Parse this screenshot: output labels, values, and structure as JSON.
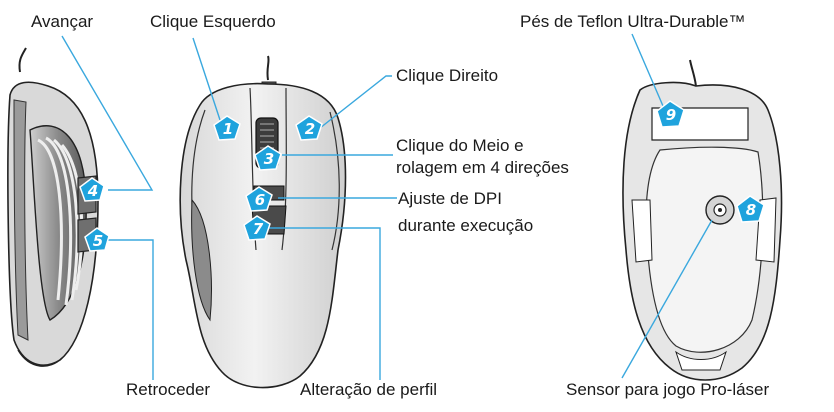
{
  "labels": {
    "forward": "Avançar",
    "left_click": "Clique Esquerdo",
    "right_click": "Clique Direito",
    "middle_line1": "Clique do Meio e",
    "middle_line2": "rolagem em 4 direções",
    "dpi_line1": "Ajuste de DPI",
    "dpi_line2": "durante execução",
    "back": "Retroceder",
    "profile": "Alteração de perfil",
    "teflon": "Pés de Teflon Ultra-Durable™",
    "sensor": "Sensor para jogo Pro-láser"
  },
  "badges": {
    "b1": "1",
    "b2": "2",
    "b3": "3",
    "b4": "4",
    "b5": "5",
    "b6": "6",
    "b7": "7",
    "b8": "8",
    "b9": "9"
  },
  "colors": {
    "accent": "#1fa3dd",
    "leader": "#3aa8de",
    "outline": "#222222"
  }
}
